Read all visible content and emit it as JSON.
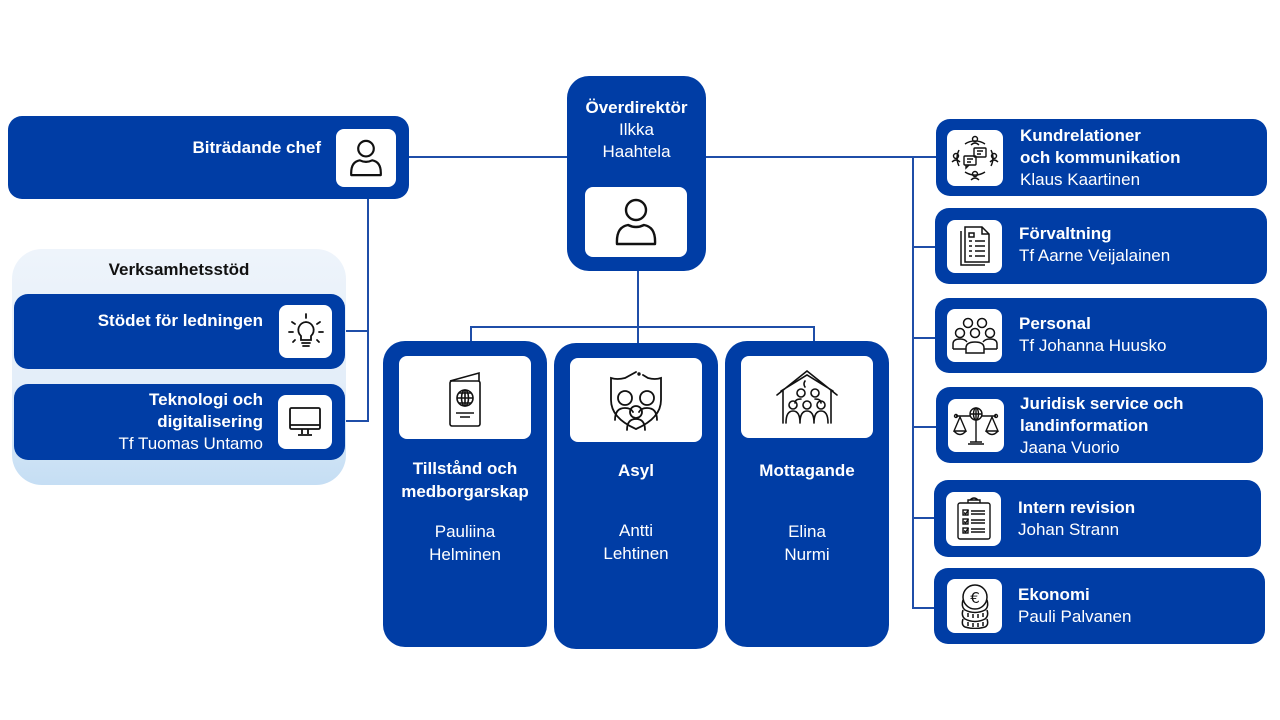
{
  "colors": {
    "primary": "#003da5",
    "connector": "#1f4ea8",
    "group_bg_top": "#eef4fb",
    "group_bg_bottom": "#c5def4",
    "icon_bg": "#ffffff"
  },
  "top": {
    "title": "Överdirektör",
    "name_line1": "Ilkka",
    "name_line2": "Haahtela",
    "icon": "person-icon"
  },
  "deputy": {
    "title": "Biträdande chef",
    "icon": "person-icon"
  },
  "support_group": {
    "title": "Verksamhetsstöd",
    "units": [
      {
        "title": "Stödet för ledningen",
        "icon": "lightbulb-icon"
      },
      {
        "title_line1": "Teknologi och",
        "title_line2": "digitalisering",
        "name": "Tf Tuomas Untamo",
        "icon": "monitor-icon"
      }
    ]
  },
  "departments": [
    {
      "title_line1": "Tillstånd och",
      "title_line2": "medborgarskap",
      "name_line1": "Pauliina",
      "name_line2": "Helminen",
      "icon": "passport-icon"
    },
    {
      "title_line1": "Asyl",
      "name_line1": "Antti",
      "name_line2": "Lehtinen",
      "icon": "shield-family-icon"
    },
    {
      "title_line1": "Mottagande",
      "name_line1": "Elina",
      "name_line2": "Nurmi",
      "icon": "house-people-icon"
    }
  ],
  "staff_units": [
    {
      "title_line1": "Kundrelationer",
      "title_line2": "och kommunikation",
      "name": "Klaus Kaartinen",
      "icon": "communication-network-icon"
    },
    {
      "title_line1": "Förvaltning",
      "name": "Tf Aarne Veijalainen",
      "icon": "document-icon"
    },
    {
      "title_line1": "Personal",
      "name": "Tf Johanna Huusko",
      "icon": "people-group-icon"
    },
    {
      "title_line1": "Juridisk service och",
      "title_line2": "landinformation",
      "name": "Jaana Vuorio",
      "icon": "scales-globe-icon"
    },
    {
      "title_line1": "Intern revision",
      "name": "Johan Strann",
      "icon": "checklist-clipboard-icon"
    },
    {
      "title_line1": "Ekonomi",
      "name": "Pauli Palvanen",
      "icon": "euro-coins-icon"
    }
  ]
}
